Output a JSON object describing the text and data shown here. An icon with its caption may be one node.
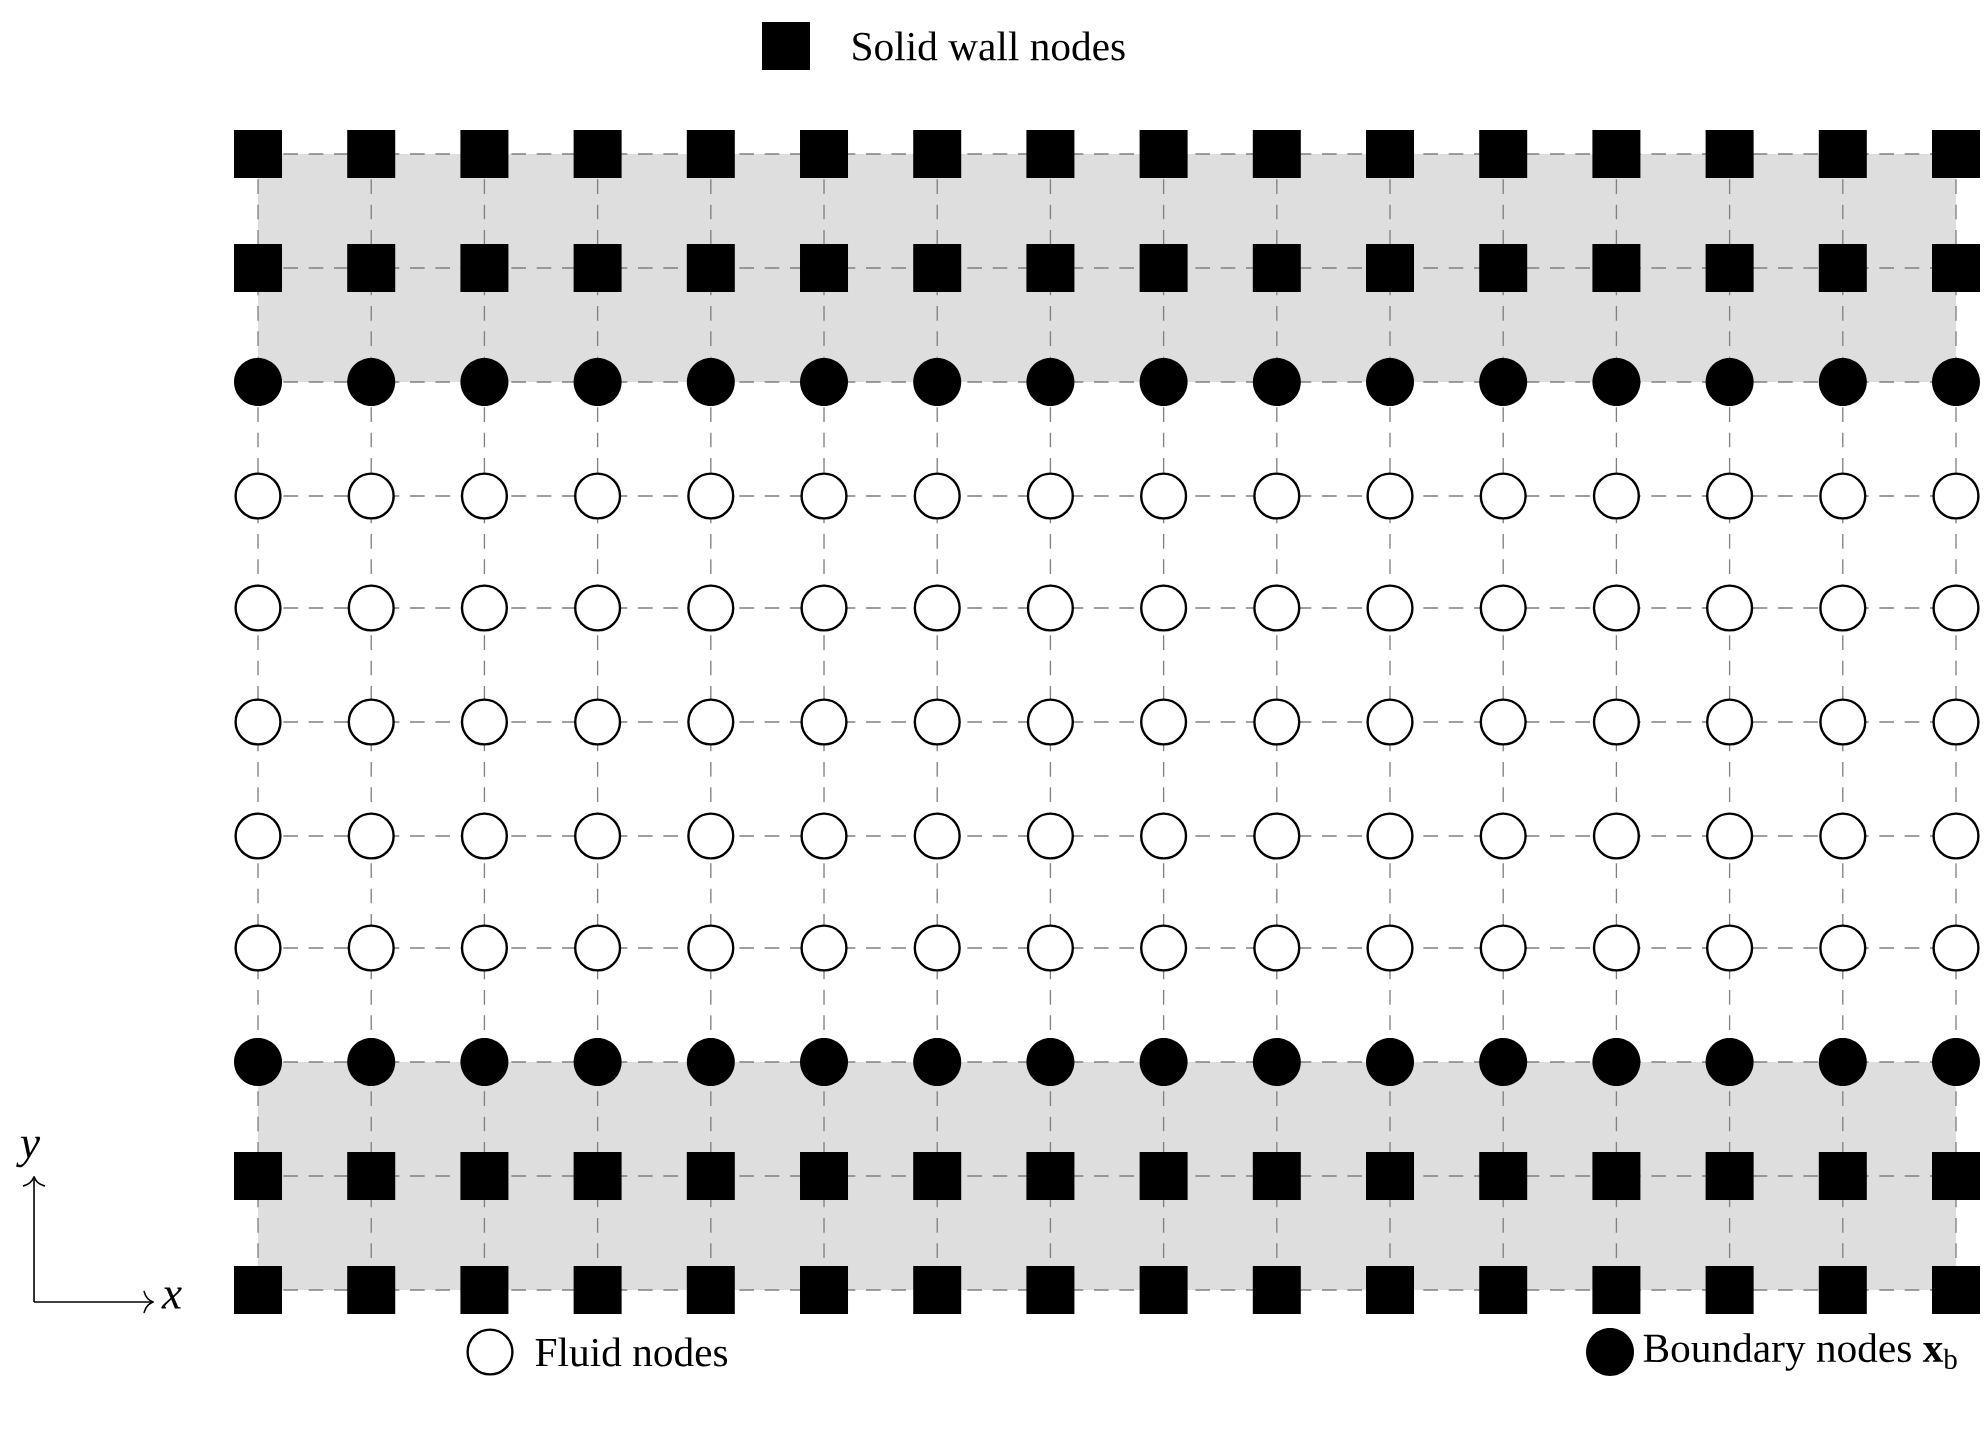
{
  "diagram": {
    "labels": [
      "y",
      "x"
    ],
    "legend": [
      {
        "text": "Solid wall nodes"
      },
      {
        "text": "Fluid nodes"
      },
      {
        "text": "Boundary nodes **x**$_{b}$"
      }
    ]
  }
}
